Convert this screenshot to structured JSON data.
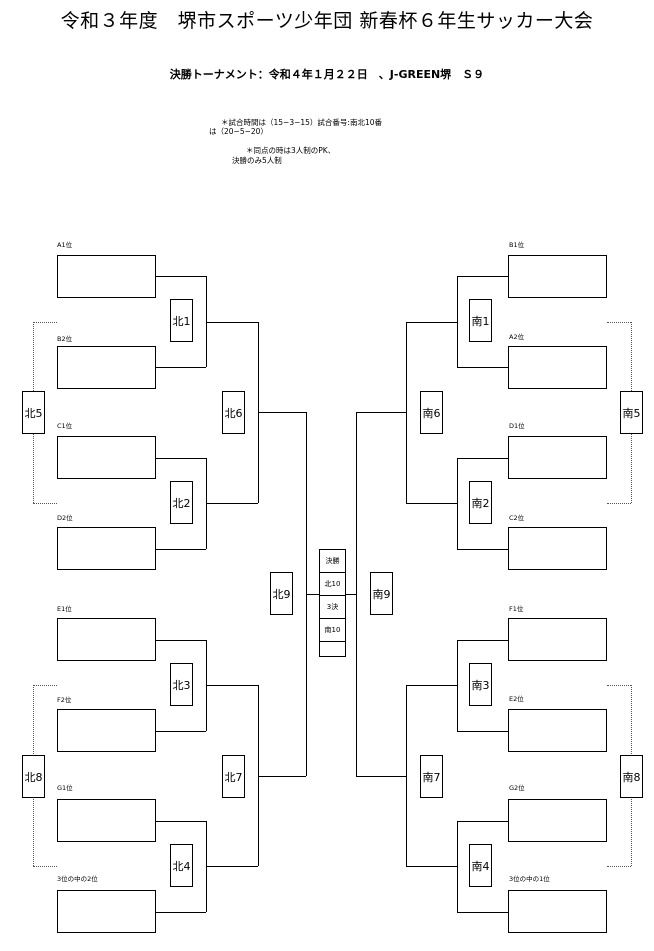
{
  "title": "令和３年度　堺市スポーツ少年団 新春杯６年生サッカー大会",
  "subtitle": "決勝トーナメント：令和４年１月２２日　、J-GREEN堺　Ｓ９",
  "notes": {
    "line1": "＊試合時間は（15−3−15）試合番号:南北10番",
    "line2": "は（20−5−20）",
    "line3": "＊同点の時は3人制のPK、",
    "line4": "決勝のみ5人制"
  },
  "left_slots": [
    "A1位",
    "B2位",
    "C1位",
    "D2位",
    "E1位",
    "F2位",
    "G1位",
    "3位の中の2位"
  ],
  "right_slots": [
    "B1位",
    "A2位",
    "D1位",
    "C2位",
    "F1位",
    "E2位",
    "G2位",
    "3位の中の1位"
  ],
  "matches": {
    "north1": "北1",
    "north2": "北2",
    "north3": "北3",
    "north4": "北4",
    "north5": "北5",
    "north6": "北6",
    "north7": "北7",
    "north8": "北8",
    "north9": "北9",
    "south1": "南1",
    "south2": "南2",
    "south3": "南3",
    "south4": "南4",
    "south5": "南5",
    "south6": "南6",
    "south7": "南7",
    "south8": "南8",
    "south9": "南9"
  },
  "final_box": {
    "final_label": "決勝",
    "final_match": "北10",
    "third_label": "3決",
    "third_match": "南10"
  }
}
